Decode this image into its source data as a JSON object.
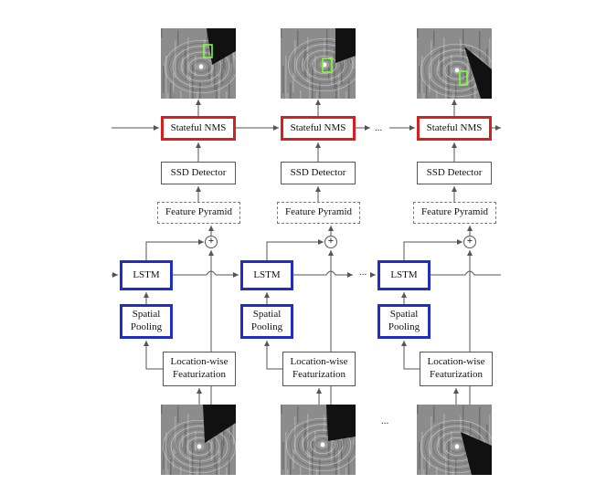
{
  "labels": {
    "nms": "Stateful NMS",
    "ssd": "SSD Detector",
    "fp": "Feature Pyramid",
    "lstm": "LSTM",
    "sp_line1": "Spatial",
    "sp_line2": "Pooling",
    "lf_line1": "Location-wise",
    "lf_line2": "Featurization",
    "ellipsis": "...",
    "plus": "+"
  },
  "colors": {
    "nms_border": "#d62020",
    "lstm_border": "#1f2fc4",
    "detection_box": "#7cff3a",
    "arrow": "#555555"
  },
  "icons": {
    "input_frame": "lidar-range-image",
    "output_frame": "lidar-range-image-with-detection",
    "adder": "plus-circle-icon"
  }
}
